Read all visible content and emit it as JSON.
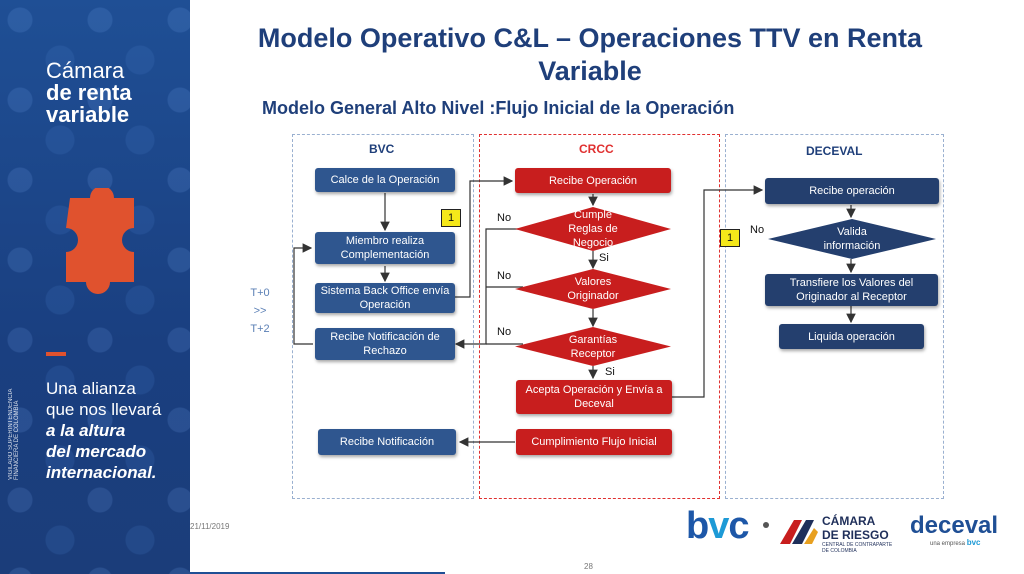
{
  "sidebar": {
    "brand_line1": "Cámara",
    "brand_line2": "de renta",
    "brand_line3": "variable",
    "slogan_line1": "Una alianza",
    "slogan_line2": "que nos llevará",
    "slogan_line3": "a la altura",
    "slogan_line4": "del mercado",
    "slogan_line5": "internacional.",
    "vigilado": "VIGILADO SUPERINTENDENCIA FINANCIERA DE COLOMBIA"
  },
  "title": "Modelo Operativo C&L – Operaciones TTV en Renta Variable",
  "subtitle": "Modelo General Alto Nivel :Flujo Inicial de la Operación",
  "lanes": {
    "bvc": "BVC",
    "crcc": "CRCC",
    "deceval": "DECEVAL"
  },
  "timeline": {
    "t0": "T+0",
    "sep": ">>",
    "t2": "T+2"
  },
  "bvc_boxes": {
    "calce": "Calce de la Operación",
    "miembro": "Miembro realiza Complementación",
    "backoffice": "Sistema Back Office envía Operación",
    "rechazo": "Recibe Notificación de Rechazo",
    "notificacion": "Recibe Notificación"
  },
  "crcc_boxes": {
    "recibe": "Recibe Operación",
    "cumple": "Cumple Reglas de Negocio",
    "valores": "Valores Originador",
    "garantias": "Garantías Receptor",
    "acepta": "Acepta Operación y Envía a Deceval",
    "cumplimiento": "Cumplimiento Flujo Inicial"
  },
  "deceval_boxes": {
    "recibe": "Recibe operación",
    "valida": "Valida información",
    "transfiere": "Transfiere los Valores del Originador al Receptor",
    "liquida": "Liquida operación"
  },
  "labels": {
    "no": "No",
    "si": "Si",
    "badge": "1"
  },
  "footer": {
    "date": "21/11/2019",
    "page": "28"
  },
  "logos": {
    "bvc_b": "b",
    "bvc_v": "v",
    "bvc_c": "c",
    "camara_l1": "CÁMARA",
    "camara_l2": "DE RIESGO",
    "camara_l3": "CENTRAL DE CONTRAPARTE DE COLOMBIA",
    "deceval": "deceval",
    "deceval_sub": "una empresa",
    "deceval_sub_brand": "bvc"
  },
  "colors": {
    "primary_blue": "#2f568f",
    "navy": "#243f6e",
    "red": "#c81e1e",
    "title_blue": "#1f3f7a",
    "badge_yellow": "#f5e81a"
  }
}
